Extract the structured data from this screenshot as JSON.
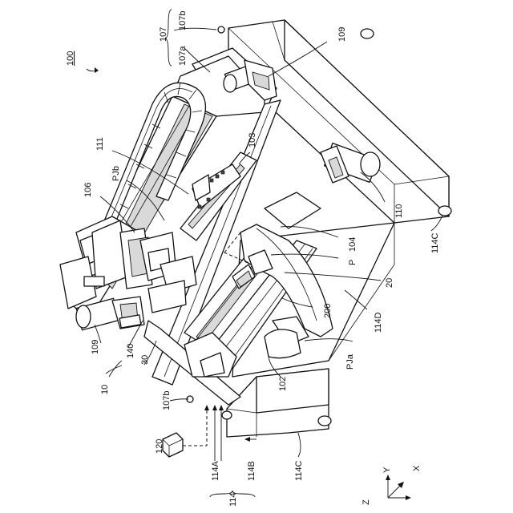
{
  "figure": {
    "labels": {
      "ref_100": "100",
      "ref_107": "107",
      "ref_107a": "107a",
      "ref_107b_top": "107b",
      "ref_107b_bottom": "107b",
      "ref_109_top": "109",
      "ref_109_left": "109",
      "ref_111": "111",
      "ref_103": "103",
      "ref_PJb": "PJb",
      "ref_106": "106",
      "ref_110": "110",
      "ref_114C_top": "114C",
      "ref_114C_bottom": "114C",
      "ref_104": "104",
      "ref_P": "P",
      "ref_20": "20",
      "ref_114D": "114D",
      "ref_200": "200",
      "ref_PJa": "PJa",
      "ref_102": "102",
      "ref_140": "140",
      "ref_30": "30",
      "ref_10": "10",
      "ref_120": "120",
      "ref_114A": "114A",
      "ref_114B": "114B",
      "ref_114": "114"
    },
    "axes": {
      "x": "X",
      "y": "Y",
      "z": "Z"
    }
  }
}
